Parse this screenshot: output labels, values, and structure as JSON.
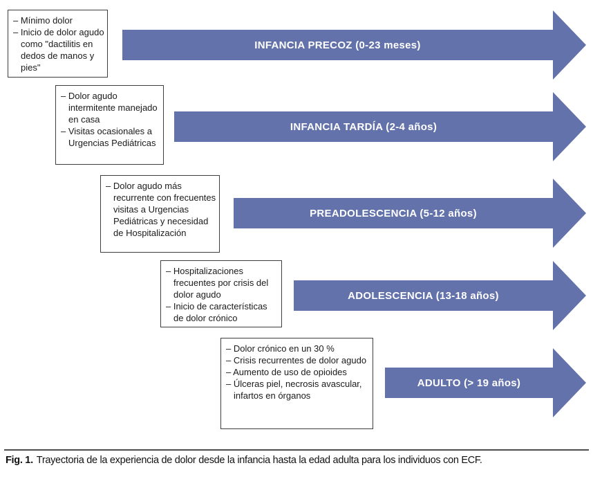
{
  "figure": {
    "rows": [
      {
        "box_items": [
          "– Mínimo dolor",
          "– Inicio de dolor agudo como \"dactilitis en dedos de manos y pies\""
        ],
        "arrow_label": "INFANCIA PRECOZ (0-23 meses)"
      },
      {
        "box_items": [
          "– Dolor agudo intermitente manejado en casa",
          "– Visitas ocasionales a Urgencias Pediátricas"
        ],
        "arrow_label": "INFANCIA TARDÍA (2-4 años)"
      },
      {
        "box_items": [
          "– Dolor agudo más recurrente con frecuentes visitas a Urgencias Pediátricas y necesidad de Hospitalización"
        ],
        "arrow_label": "PREADOLESCENCIA (5-12 años)"
      },
      {
        "box_items": [
          "– Hospitalizaciones frecuentes por crisis del dolor agudo",
          "– Inicio de características de dolor crónico"
        ],
        "arrow_label": "ADOLESCENCIA (13-18 años)"
      },
      {
        "box_items": [
          "– Dolor crónico en un 30 %",
          "– Crisis recurrentes de dolor agudo",
          "– Aumento de uso de opioides",
          "– Úlceras piel, necrosis avascular, infartos en órganos"
        ],
        "arrow_label": "ADULTO (> 19 años)"
      }
    ],
    "caption": {
      "prefix": "Fig. 1.",
      "text": "Trayectoria de la experiencia de dolor desde la infancia hasta la edad adulta para los individuos con ECF."
    },
    "colors": {
      "arrow_fill": "#6372ab",
      "arrow_text": "#ffffff",
      "box_border": "#3d3d3d",
      "body_text": "#1a1a1a",
      "caption_rule": "#4d4d4d"
    }
  }
}
